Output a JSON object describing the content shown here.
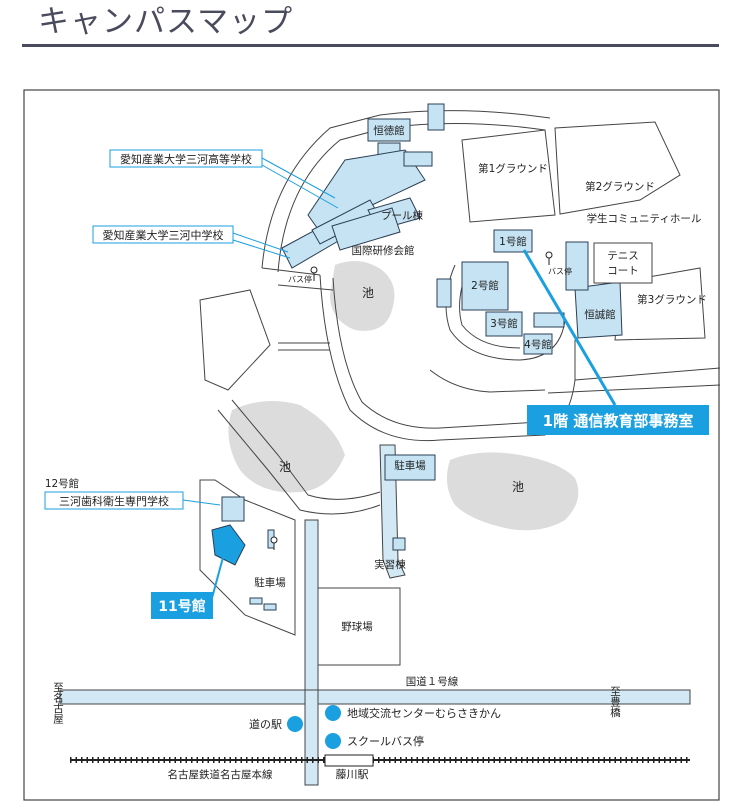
{
  "header": {
    "title": "キャンパスマップ"
  },
  "colors": {
    "building_fill": "#c5e3f2",
    "building_stroke": "#2b3f55",
    "highlight": "#1a9fe0",
    "pond": "#dcdcdc",
    "road": "#444444",
    "route_fill": "#d2e8f4"
  },
  "map": {
    "buildings": {
      "kotokukan": "恒徳館",
      "pool": "プール棟",
      "kokusai": "国際研修会館",
      "b1": "1号館",
      "b2": "2号館",
      "b3": "3号館",
      "b4": "4号館",
      "koshinkan": "恒誠館",
      "tennis_1": "テニス",
      "tennis_2": "コート",
      "parking_top": "駐車場",
      "jisshu": "実習棟",
      "parking_bottom": "駐車場",
      "baseball": "野球場"
    },
    "labels": {
      "ground1": "第1グラウンド",
      "ground2": "第2グラウンド",
      "ground3": "第3グラウンド",
      "community": "学生コミュニティホール",
      "pond_1": "池",
      "pond_2": "池",
      "pond_3": "池",
      "bus_stop_1": "バス停",
      "bus_stop_2": "バス停",
      "b12": "12号館",
      "route1": "国道１号線",
      "railway": "名古屋鉄道名古屋本線",
      "station": "藤川駅",
      "to_nagoya": "至名古屋",
      "to_toyohashi": "至豊橋"
    },
    "callouts": {
      "high_school": "愛知産業大学三河高等学校",
      "junior_high": "愛知産業大学三河中学校",
      "dental_school": "三河歯科衛生専門学校",
      "office": "1階 通信教育部事務室",
      "b11": "11号館"
    },
    "legend": {
      "michinoeki": "道の駅",
      "murasakikan": "地域交流センターむらさきかん",
      "school_bus": "スクールバス停"
    }
  }
}
